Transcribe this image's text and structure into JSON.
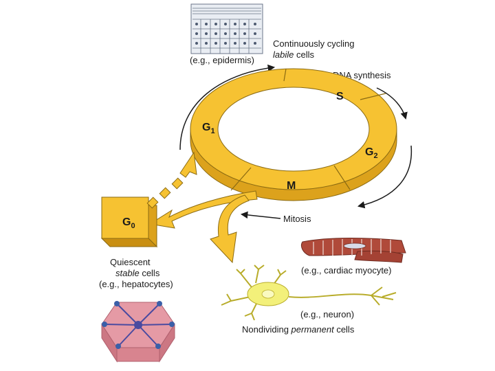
{
  "phases": {
    "g1": "G",
    "g1_sub": "1",
    "s": "S",
    "g2": "G",
    "g2_sub": "2",
    "m": "M",
    "g0": "G",
    "g0_sub": "0"
  },
  "labels": {
    "epidermis": "(e.g., epidermis)",
    "labile_line1": "Continuously cycling",
    "labile_italic": "labile",
    "labile_rest": " cells",
    "dna_synthesis": "DNA synthesis",
    "mitosis": "Mitosis",
    "quiescent": "Quiescent",
    "stable_italic": "stable",
    "stable_rest": " cells",
    "hepatocytes": "(e.g., hepatocytes)",
    "cardiac": "(e.g., cardiac myocyte)",
    "neuron": "(e.g., neuron)",
    "permanent_prefix": "Nondividing ",
    "permanent_italic": "permanent",
    "permanent_rest": " cells"
  },
  "colors": {
    "ring": "#f6c232",
    "ring_side": "#dca21c",
    "outline": "#8a6a12",
    "neuron": "#f3f07a",
    "myocyte": "#b04a3a",
    "hepatocyte": "#efb3bb",
    "epidermis": "#9aa6b8"
  }
}
